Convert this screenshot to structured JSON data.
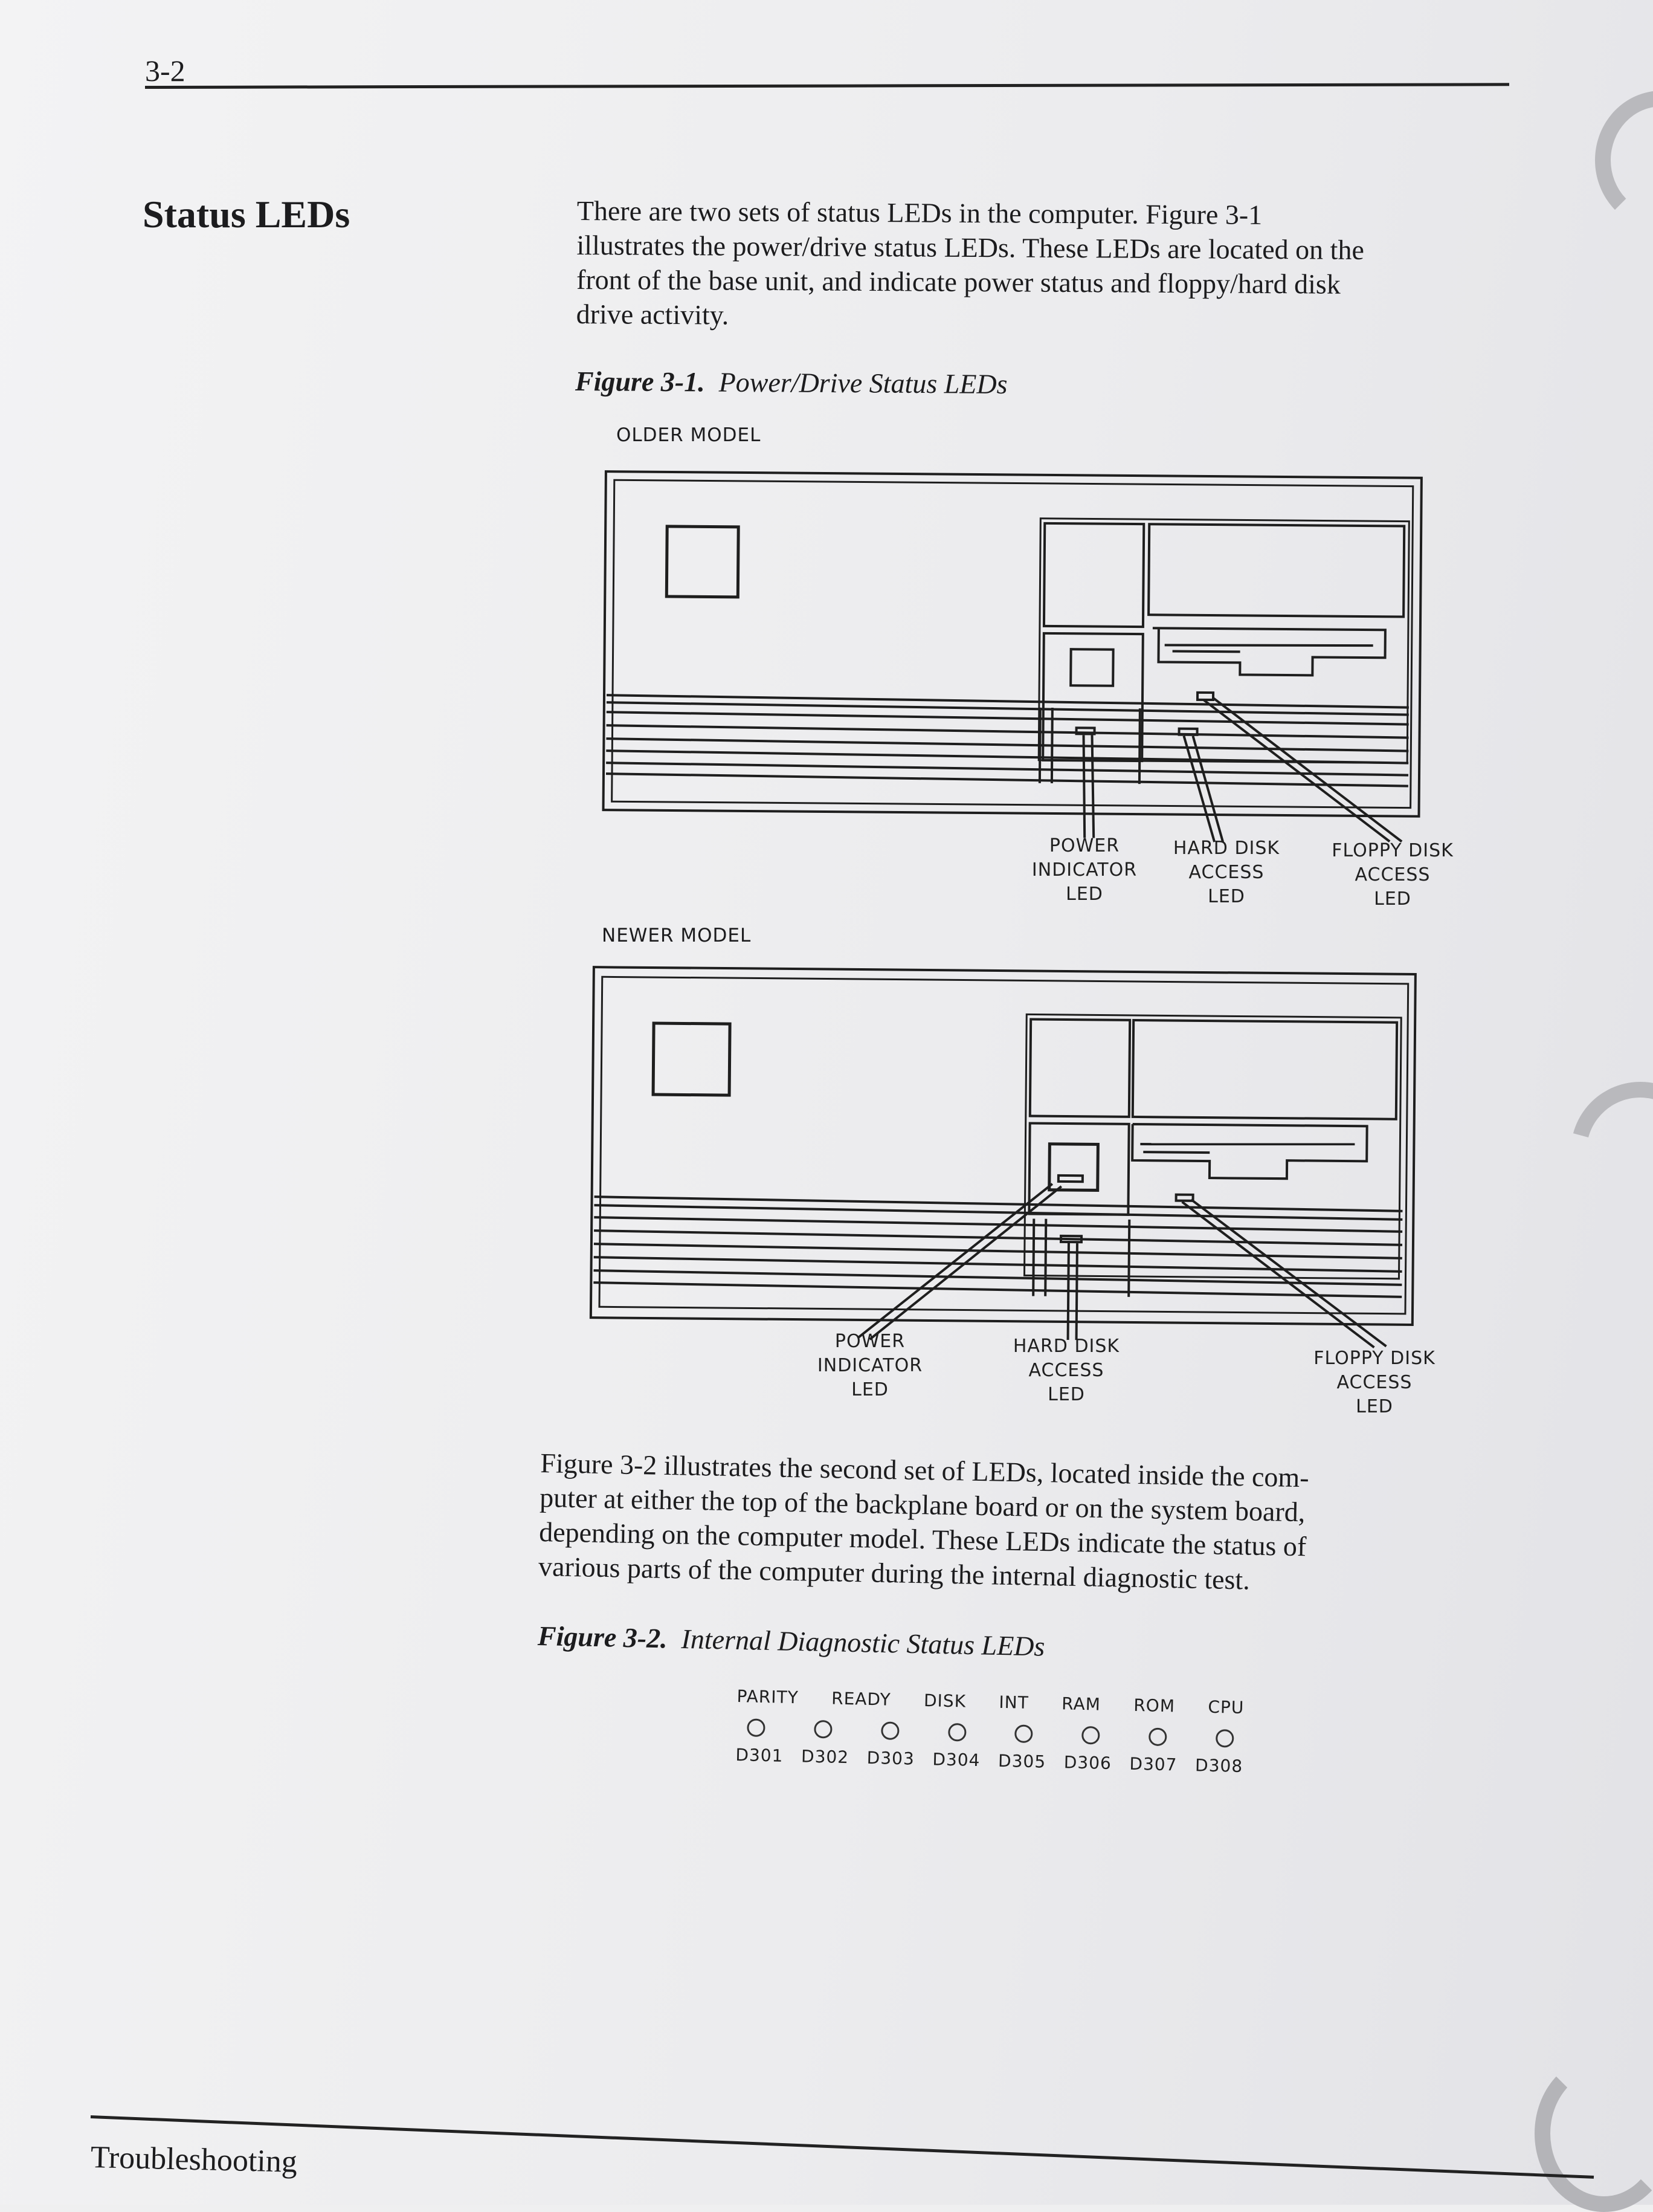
{
  "header": {
    "page_number": "3-2"
  },
  "section": {
    "title": "Status LEDs",
    "intro_lines": [
      "There are two sets of status LEDs in the computer. Figure 3-1",
      "illustrates the power/drive status LEDs. These LEDs are located on the",
      "front of the base unit, and indicate power status and floppy/hard disk",
      "drive activity."
    ]
  },
  "figure1": {
    "number": "Figure 3-1.",
    "title": "Power/Drive Status LEDs",
    "older": {
      "label": "OLDER MODEL",
      "callouts": {
        "power": [
          "POWER",
          "INDICATOR",
          "LED"
        ],
        "hard": [
          "HARD DISK",
          "ACCESS",
          "LED"
        ],
        "floppy": [
          "FLOPPY DISK",
          "ACCESS",
          "LED"
        ]
      }
    },
    "newer": {
      "label": "NEWER MODEL",
      "callouts": {
        "power": [
          "POWER",
          "INDICATOR",
          "LED"
        ],
        "hard": [
          "HARD DISK",
          "ACCESS",
          "LED"
        ],
        "floppy": [
          "FLOPPY DISK",
          "ACCESS",
          "LED"
        ]
      }
    }
  },
  "body2_lines": [
    "Figure 3-2 illustrates the second set of LEDs, located inside the com-",
    "puter at either the top of the backplane board or on the system board,",
    "depending on the computer model. These LEDs indicate the status of",
    "various parts of the computer during the internal diagnostic test."
  ],
  "figure2": {
    "number": "Figure 3-2.",
    "title": "Internal Diagnostic Status LEDs",
    "leds": [
      {
        "label": "PARITY",
        "designator": "D301"
      },
      {
        "label": "READY",
        "designator": "D302"
      },
      {
        "label": "DISK",
        "designator": "D303"
      },
      {
        "label": "INT",
        "designator": "D304"
      },
      {
        "label": "RAM",
        "designator": "D305"
      },
      {
        "label": "ROM",
        "designator": "D306"
      },
      {
        "label": "CPU",
        "designator": "D307"
      },
      {
        "label": "",
        "designator": "D308"
      }
    ]
  },
  "footer": {
    "section_name": "Troubleshooting"
  }
}
